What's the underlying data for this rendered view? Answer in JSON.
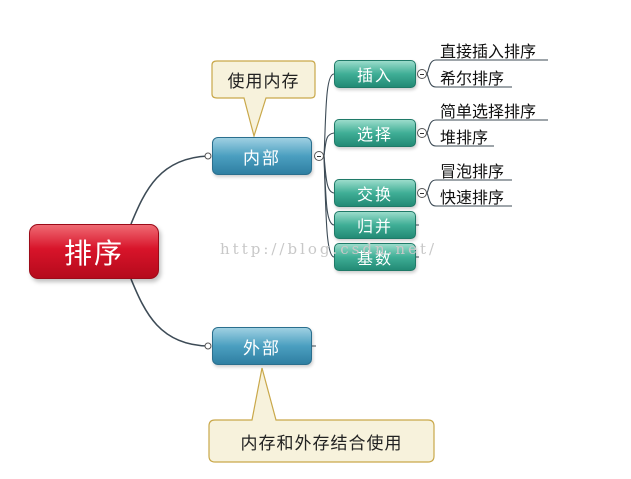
{
  "root": {
    "label": "排序"
  },
  "branches": {
    "internal": {
      "label": "内部",
      "note": "使用内存"
    },
    "external": {
      "label": "外部",
      "note": "内存和外存结合使用"
    }
  },
  "internal_methods": [
    {
      "label": "插入",
      "leaves": [
        "直接插入排序",
        "希尔排序"
      ]
    },
    {
      "label": "选择",
      "leaves": [
        "简单选择排序",
        "堆排序"
      ]
    },
    {
      "label": "交换",
      "leaves": [
        "冒泡排序",
        "快速排序"
      ]
    },
    {
      "label": "归并",
      "leaves": []
    },
    {
      "label": "基数",
      "leaves": []
    }
  ],
  "watermark": "http://blog.csdn.net/",
  "colors": {
    "root": "#d8142a",
    "branch": "#4b9fc0",
    "method": "#3fae96",
    "callout_fill": "#f7f2dc",
    "callout_border": "#c9a84a"
  }
}
